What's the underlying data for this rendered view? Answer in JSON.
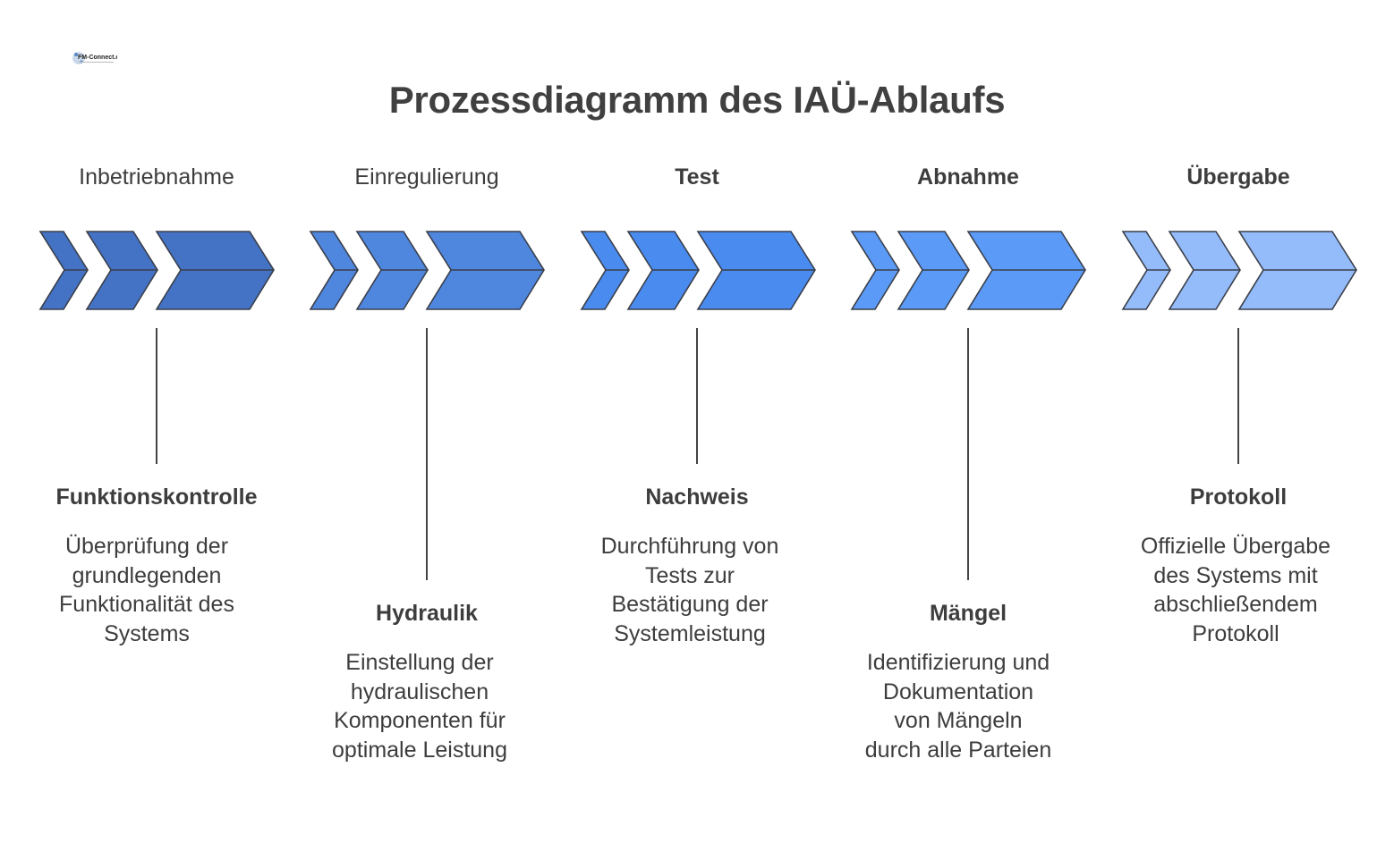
{
  "logo": {
    "text": "FM-Connect.com"
  },
  "title": "Prozessdiagramm des IAÜ-Ablaufs",
  "phases": [
    {
      "label": "Inbetriebnahme",
      "heading": "Funktionskontrolle",
      "description": "Überprüfung der\ngrundlegenden\nFunktionalität des\nSystems",
      "color": "#4472C4"
    },
    {
      "label": "Einregulierung",
      "heading": "Hydraulik",
      "description": "Einstellung der\nhydraulischen\nKomponenten für\noptimale Leistung",
      "color": "#4F86DE"
    },
    {
      "label": "Test",
      "heading": "Nachweis",
      "description": "Durchführung von\nTests zur\nBestätigung der\nSystemleistung",
      "color": "#4A8BEF"
    },
    {
      "label": "Abnahme",
      "heading": "Mängel",
      "description": "Identifizierung und\nDokumentation\nvon Mängeln\ndurch alle Parteien",
      "color": "#5B9BF7"
    },
    {
      "label": "Übergabe",
      "heading": "Protokoll",
      "description": "Offizielle Übergabe\ndes Systems mit\nabschließendem\nProtokoll",
      "color": "#94BCFA"
    }
  ]
}
